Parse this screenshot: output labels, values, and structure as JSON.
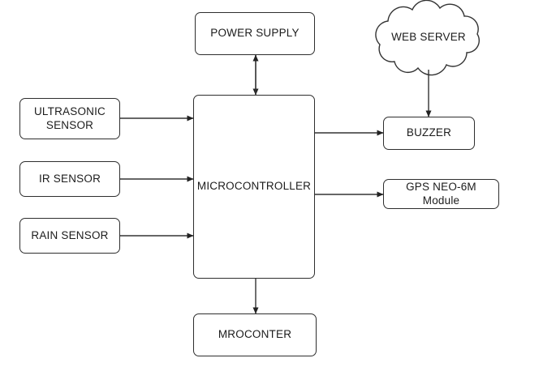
{
  "diagram": {
    "background": "#ffffff",
    "line_color": "#333333",
    "box_fill": "#ffffff",
    "box_border": "#2e2e2e",
    "nodes": {
      "power_supply": {
        "label": "POWER SUPPLY",
        "shape": "rect"
      },
      "web_server": {
        "label": "WEB SERVER",
        "shape": "cloud"
      },
      "ultrasonic_sensor": {
        "label": "ULTRASONIC SENSOR",
        "shape": "rect"
      },
      "ir_sensor": {
        "label": "IR SENSOR",
        "shape": "rect"
      },
      "rain_sensor": {
        "label": "RAIN SENSOR",
        "shape": "rect"
      },
      "microcontroller": {
        "label": "MICROCONTROLLER",
        "shape": "rect"
      },
      "buzzer": {
        "label": "BUZZER",
        "shape": "rect"
      },
      "gps_module": {
        "label": "GPS NEO-6M Module",
        "shape": "rect"
      },
      "mroconter": {
        "label": "MROCONTER",
        "shape": "rect"
      }
    },
    "edges": [
      {
        "from": "power_supply",
        "to": "microcontroller",
        "direction": "bidirectional"
      },
      {
        "from": "ultrasonic_sensor",
        "to": "microcontroller",
        "direction": "one-way"
      },
      {
        "from": "ir_sensor",
        "to": "microcontroller",
        "direction": "one-way"
      },
      {
        "from": "rain_sensor",
        "to": "microcontroller",
        "direction": "one-way"
      },
      {
        "from": "microcontroller",
        "to": "buzzer",
        "direction": "one-way"
      },
      {
        "from": "web_server",
        "to": "buzzer",
        "direction": "one-way"
      },
      {
        "from": "microcontroller",
        "to": "gps_module",
        "direction": "one-way"
      },
      {
        "from": "microcontroller",
        "to": "mroconter",
        "direction": "one-way"
      }
    ]
  }
}
